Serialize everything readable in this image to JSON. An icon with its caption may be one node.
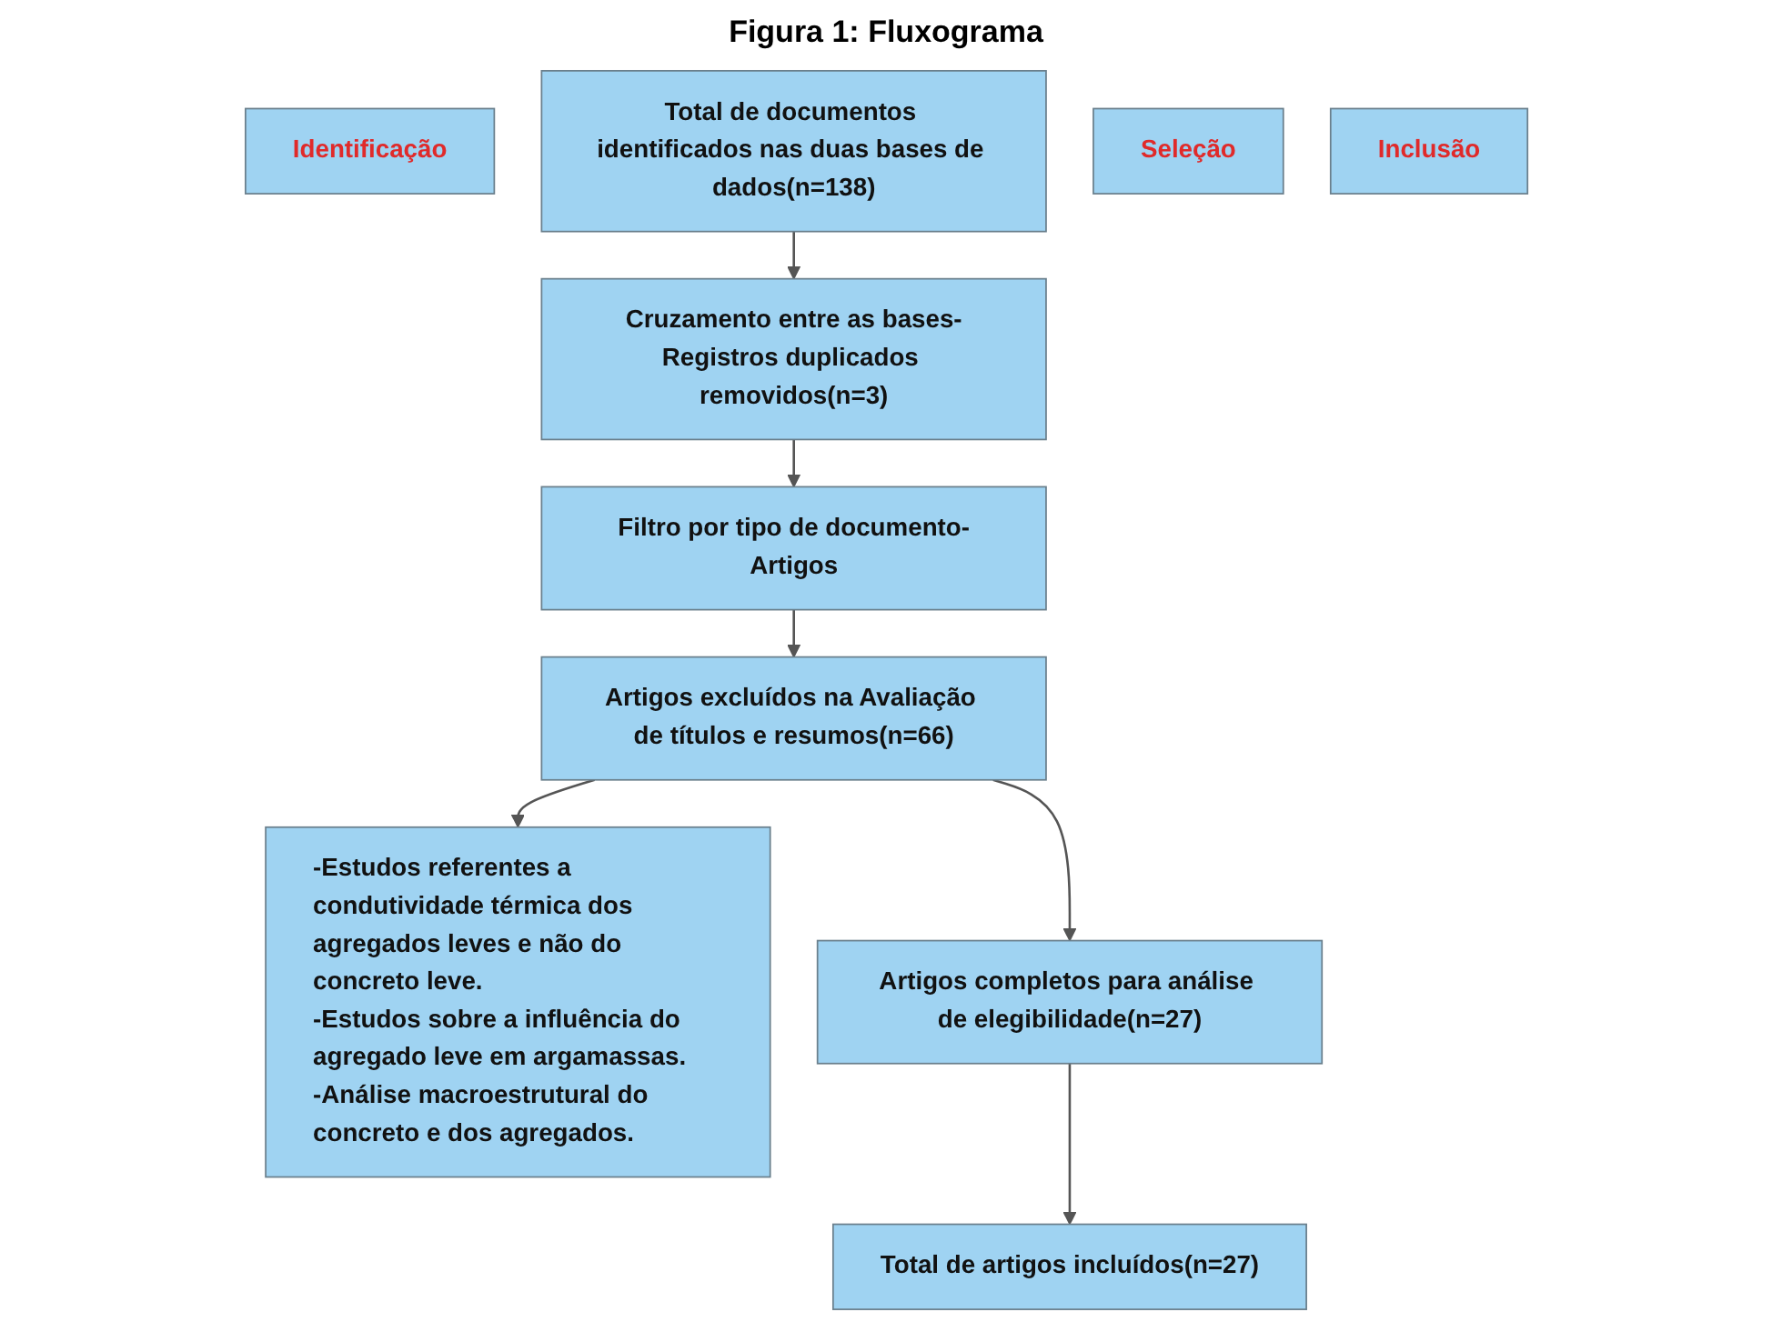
{
  "diagram": {
    "title": "Figura 1: Fluxograma",
    "nodes": [
      {
        "text": [
          "Identificação"
        ]
      },
      {
        "text": [
          "Total de documentos identificados nas duas bases de dados(n=138)"
        ]
      },
      {
        "text": [
          "Cruzamento entre as bases-Registros duplicados removidos(n=3)"
        ]
      },
      {
        "text": [
          "Filtro por tipo de documento-Artigos"
        ]
      },
      {
        "text": [
          "Seleção"
        ]
      },
      {
        "text": [
          "Artigos excluídos na Avaliação de títulos e resumos(n=66)"
        ]
      },
      {
        "text": [
          "-Estudos referentes a condutividade térmica dos agregados leves e não do concreto leve.",
          "-Estudos sobre a influência do agregado leve em argamassas.",
          "-Análise macroestrutural do concreto e dos agregados."
        ]
      },
      {
        "text": [
          "Artigos completos para análise de elegibilidade(n=27)"
        ]
      },
      {
        "text": [
          "Inclusão"
        ]
      },
      {
        "text": [
          "Total de artigos incluídos(n=27)"
        ]
      }
    ],
    "edges": [
      {
        "from": 1,
        "to": 2,
        "arrow": "to"
      },
      {
        "from": 2,
        "to": 3,
        "arrow": "to"
      },
      {
        "from": 3,
        "to": 5,
        "arrow": "to"
      },
      {
        "from": 5,
        "to": 6,
        "arrow": "to"
      },
      {
        "from": 5,
        "to": 7,
        "arrow": "to"
      },
      {
        "from": 7,
        "to": 9,
        "arrow": "to"
      }
    ]
  }
}
